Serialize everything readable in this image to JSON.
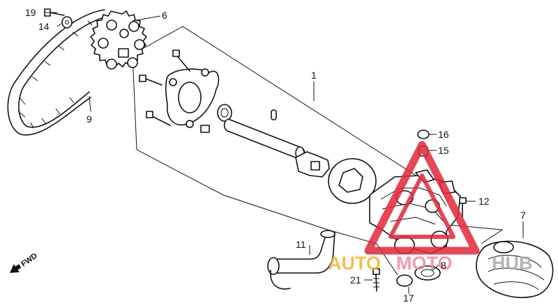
{
  "callouts": [
    {
      "id": "p1",
      "text": "1"
    },
    {
      "id": "p6",
      "text": "6"
    },
    {
      "id": "p7",
      "text": "7"
    },
    {
      "id": "p8",
      "text": "8"
    },
    {
      "id": "p9",
      "text": "9"
    },
    {
      "id": "p11",
      "text": "11"
    },
    {
      "id": "p12",
      "text": "12"
    },
    {
      "id": "p14",
      "text": "14"
    },
    {
      "id": "p15",
      "text": "15"
    },
    {
      "id": "p16",
      "text": "16"
    },
    {
      "id": "p17",
      "text": "17"
    },
    {
      "id": "p19",
      "text": "19"
    },
    {
      "id": "p21",
      "text": "21"
    }
  ],
  "direction_marker": "FWD",
  "watermark": {
    "word_auto": "AUTO",
    "word_moto": "MOTO",
    "word_hub": "HUB",
    "colors": {
      "triangle": "#e0283a",
      "auto": "#f2b43c",
      "moto": "#ef8aa0",
      "hub": "#a9aab0"
    }
  },
  "colors": {
    "line": "#111111",
    "background": "#ffffff"
  }
}
